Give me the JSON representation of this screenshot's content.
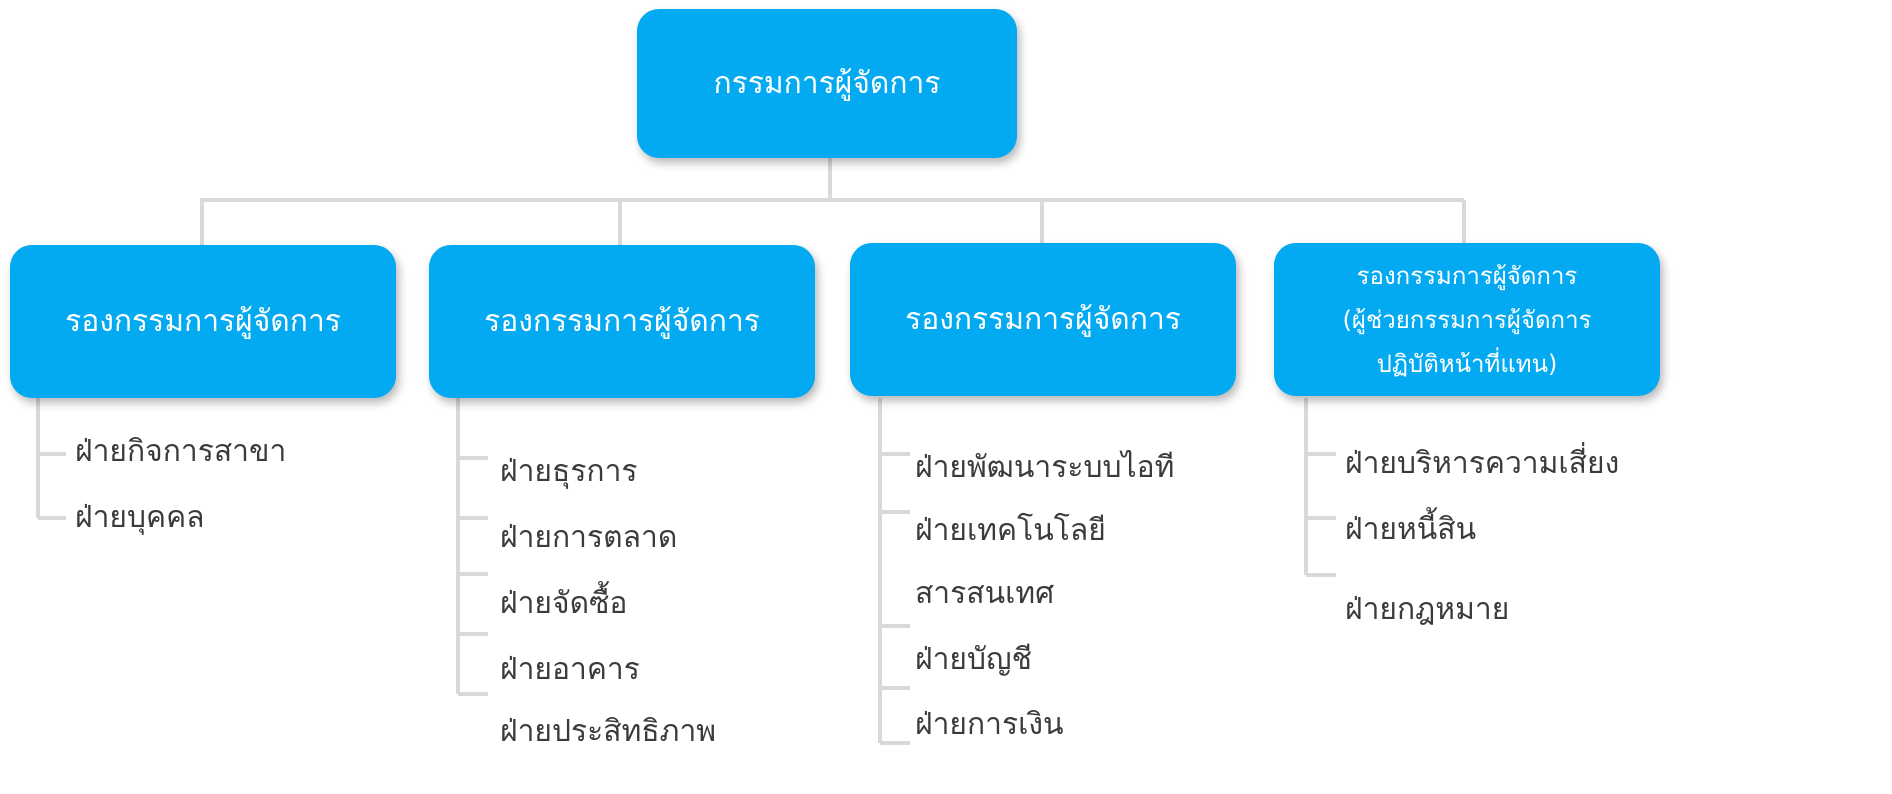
{
  "root": {
    "label": "กรรมการผู้จัดการ"
  },
  "deputies": [
    {
      "title_lines": [
        "รองกรรมการผู้จัดการ"
      ],
      "units": [
        "ฝ่ายกิจการสาขา",
        "ฝ่ายบุคคล"
      ]
    },
    {
      "title_lines": [
        "รองกรรมการผู้จัดการ"
      ],
      "units": [
        "ฝ่ายธุรการ",
        "ฝ่ายการตลาด",
        "ฝ่ายจัดซื้อ",
        "ฝ่ายอาคาร",
        "ฝ่ายประสิทธิภาพ"
      ]
    },
    {
      "title_lines": [
        "รองกรรมการผู้จัดการ"
      ],
      "units": [
        "ฝ่ายพัฒนาระบบไอที",
        "ฝ่ายเทคโนโลยี",
        "สารสนเทศ",
        "ฝ่ายบัญชี",
        "ฝ่ายการเงิน"
      ]
    },
    {
      "title_lines": [
        "รองกรรมการผู้จัดการ",
        "(ผู้ช่วยกรรมการผู้จัดการ",
        "ปฏิบัติหน้าที่แทน)"
      ],
      "units": [
        "ฝ่ายบริหารความเสี่ยง",
        "ฝ่ายหนี้สิน",
        "ฝ่ายกฎหมาย"
      ]
    }
  ],
  "colors": {
    "box_fill": "#03aaf1",
    "box_text": "#ffffff",
    "connector": "#d9d9d9",
    "unit_text": "#3b3b3b"
  }
}
